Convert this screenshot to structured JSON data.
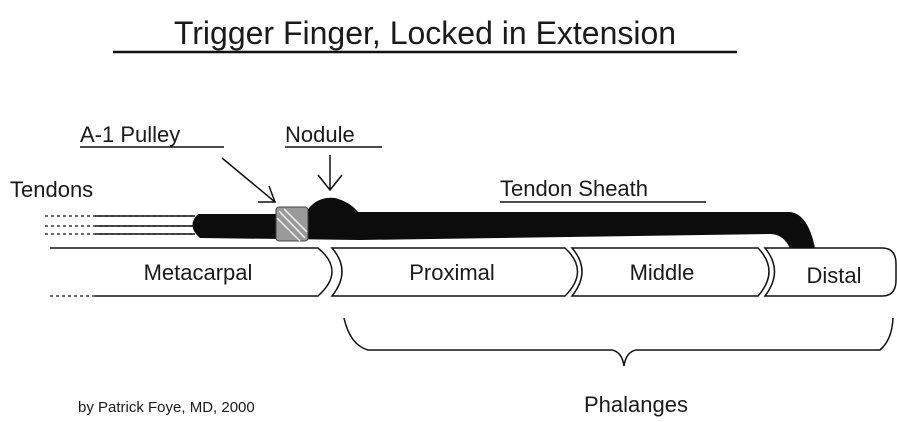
{
  "title": "Trigger Finger, Locked in Extension",
  "labels": {
    "a1_pulley": "A-1 Pulley",
    "nodule": "Nodule",
    "tendons": "Tendons",
    "tendon_sheath": "Tendon Sheath",
    "phalanges": "Phalanges"
  },
  "bones": {
    "metacarpal": "Metacarpal",
    "proximal": "Proximal",
    "middle": "Middle",
    "distal": "Distal"
  },
  "credit": "by Patrick Foye, MD, 2000",
  "colors": {
    "ink": "#111111",
    "pulley": "#9a9a9a",
    "background": "#ffffff"
  }
}
